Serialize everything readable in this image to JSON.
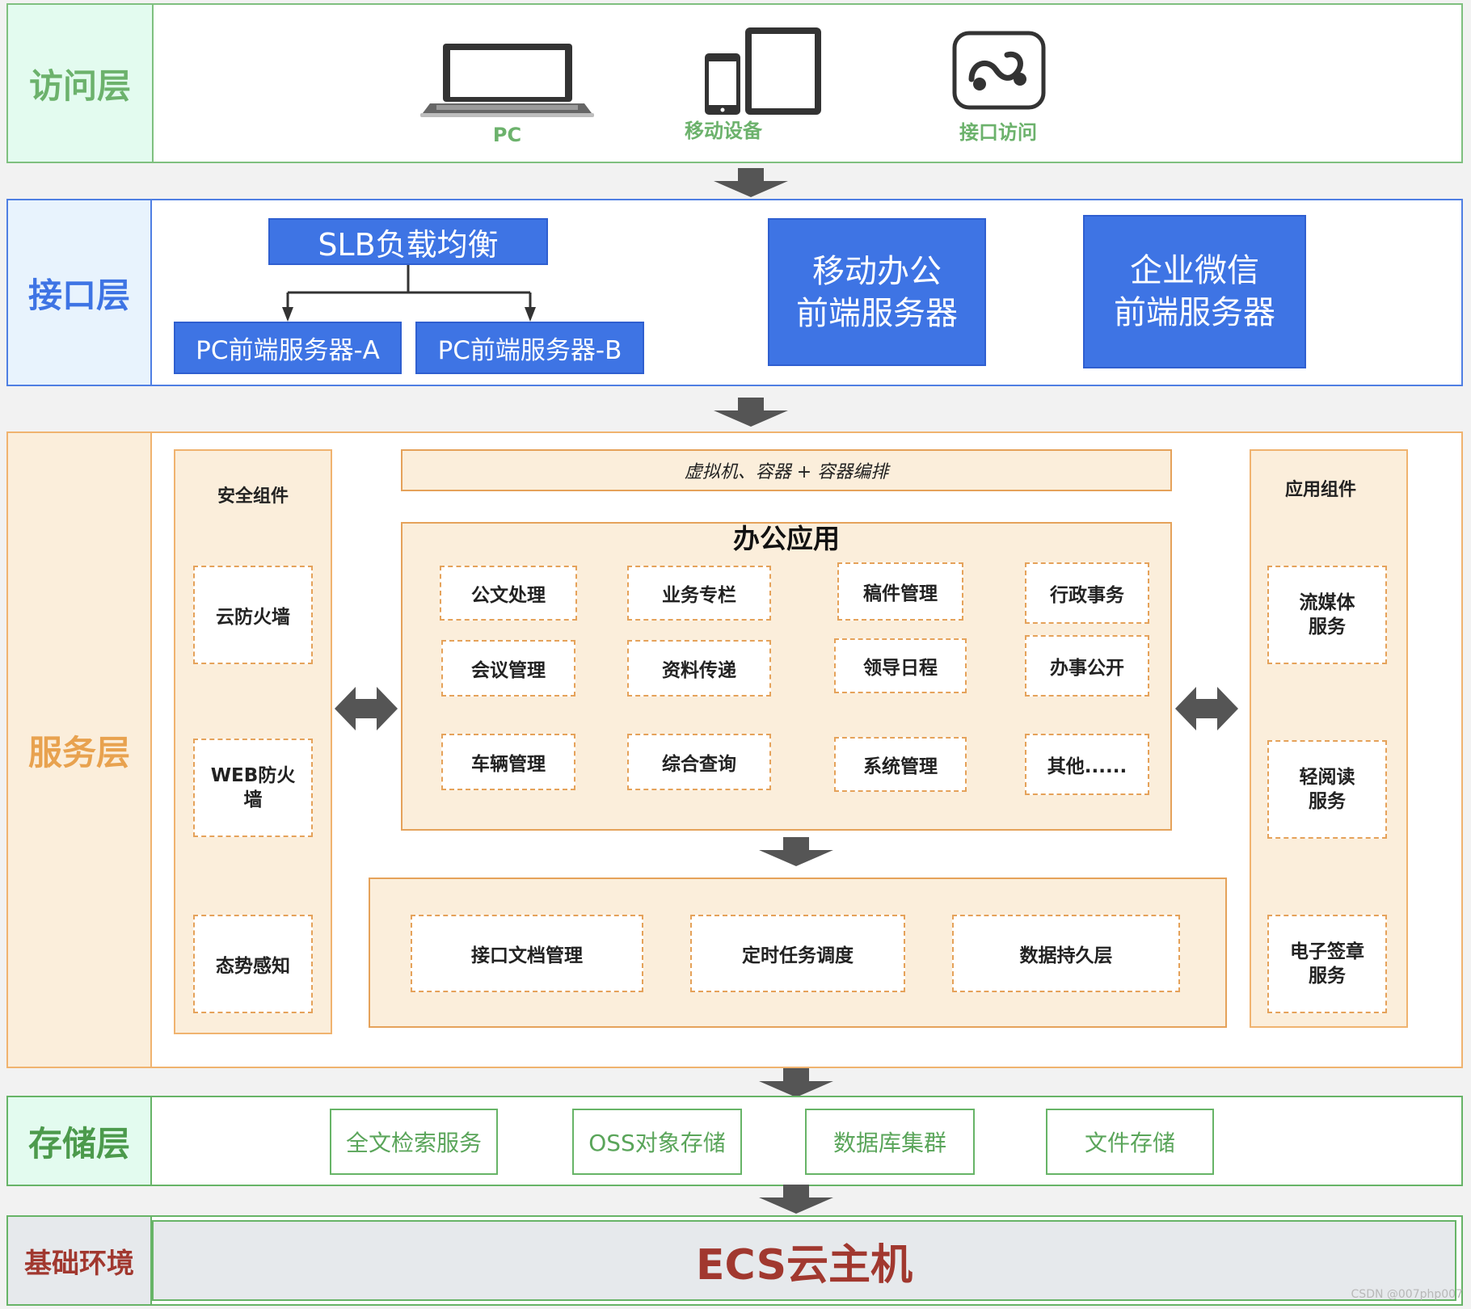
{
  "layers": {
    "access": {
      "label": "访问层",
      "devices": [
        {
          "icon": "laptop-icon",
          "label": "PC"
        },
        {
          "icon": "mobile-tablet-icon",
          "label": "移动设备"
        },
        {
          "icon": "api-link-icon",
          "label": "接口访问"
        }
      ]
    },
    "interface": {
      "label": "接口层",
      "slb": "SLB负载均衡",
      "pc_a": "PC前端服务器-A",
      "pc_b": "PC前端服务器-B",
      "mobile_line1": "移动办公",
      "mobile_line2": "前端服务器",
      "wechat_line1": "企业微信",
      "wechat_line2": "前端服务器"
    },
    "service": {
      "label": "服务层",
      "security": {
        "title": "安全组件",
        "items": [
          "云防火墙",
          "WEB防火墙",
          "态势感知"
        ]
      },
      "vm_bar": "虚拟机、容器 + 容器编排",
      "office": {
        "title": "办公应用",
        "items": [
          "公文处理",
          "业务专栏",
          "稿件管理",
          "行政事务",
          "会议管理",
          "资料传递",
          "领导日程",
          "办事公开",
          "车辆管理",
          "综合查询",
          "系统管理",
          "其他......"
        ]
      },
      "bottom_items": [
        "接口文档管理",
        "定时任务调度",
        "数据持久层"
      ],
      "app_components": {
        "title": "应用组件",
        "items": [
          {
            "line1": "流媒体",
            "line2": "服务"
          },
          {
            "line1": "轻阅读",
            "line2": "服务"
          },
          {
            "line1": "电子签章",
            "line2": "服务"
          }
        ]
      }
    },
    "storage": {
      "label": "存储层",
      "items": [
        "全文检索服务",
        "OSS对象存储",
        "数据库集群",
        "文件存储"
      ]
    },
    "base": {
      "label": "基础环境",
      "ecs": "ECS云主机"
    }
  },
  "watermark": "CSDN @007php007",
  "colors": {
    "access_green": "#6cb26c",
    "interface_blue": "#3e74e4",
    "service_orange": "#e8a24f",
    "storage_green": "#5aa55a",
    "base_red": "#a1382f"
  }
}
